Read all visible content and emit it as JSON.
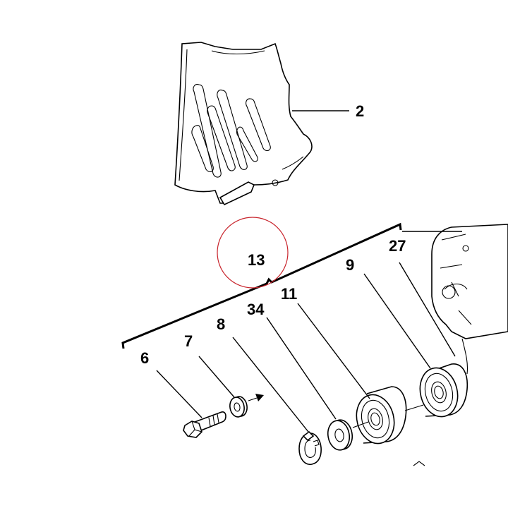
{
  "callouts": {
    "c2": "2",
    "c13": "13",
    "c27": "27",
    "c9": "9",
    "c11": "11",
    "c34": "34",
    "c8": "8",
    "c7": "7",
    "c6": "6"
  },
  "colors": {
    "ink": "#000000",
    "highlight_circle": "#c8242c"
  }
}
